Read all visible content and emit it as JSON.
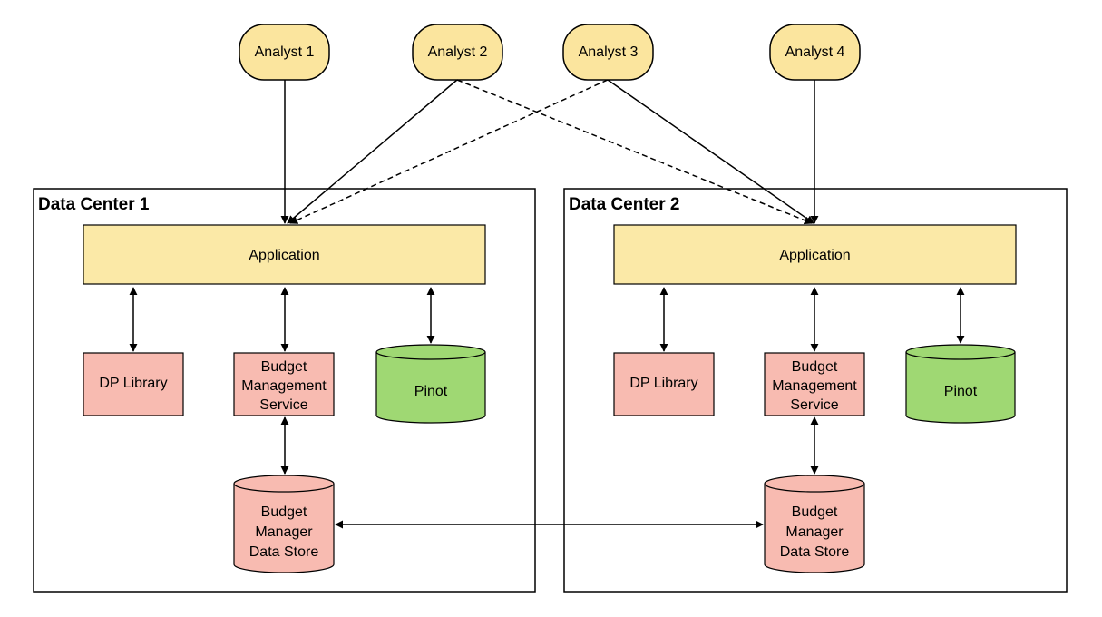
{
  "analysts": [
    "Analyst 1",
    "Analyst 2",
    "Analyst 3",
    "Analyst 4"
  ],
  "data_centers": [
    {
      "title": "Data Center 1",
      "application": "Application",
      "dp_library": "DP Library",
      "budget_service": [
        "Budget",
        "Management",
        "Service"
      ],
      "pinot": "Pinot",
      "data_store": [
        "Budget",
        "Manager",
        "Data Store"
      ]
    },
    {
      "title": "Data Center 2",
      "application": "Application",
      "dp_library": "DP Library",
      "budget_service": [
        "Budget",
        "Management",
        "Service"
      ],
      "pinot": "Pinot",
      "data_store": [
        "Budget",
        "Manager",
        "Data Store"
      ]
    }
  ],
  "colors": {
    "analyst_fill": "#fbe59e",
    "application_fill": "#fbe9a7",
    "component_fill": "#f8bbb1",
    "pinot_fill": "#9fd873",
    "stroke": "#000000"
  }
}
